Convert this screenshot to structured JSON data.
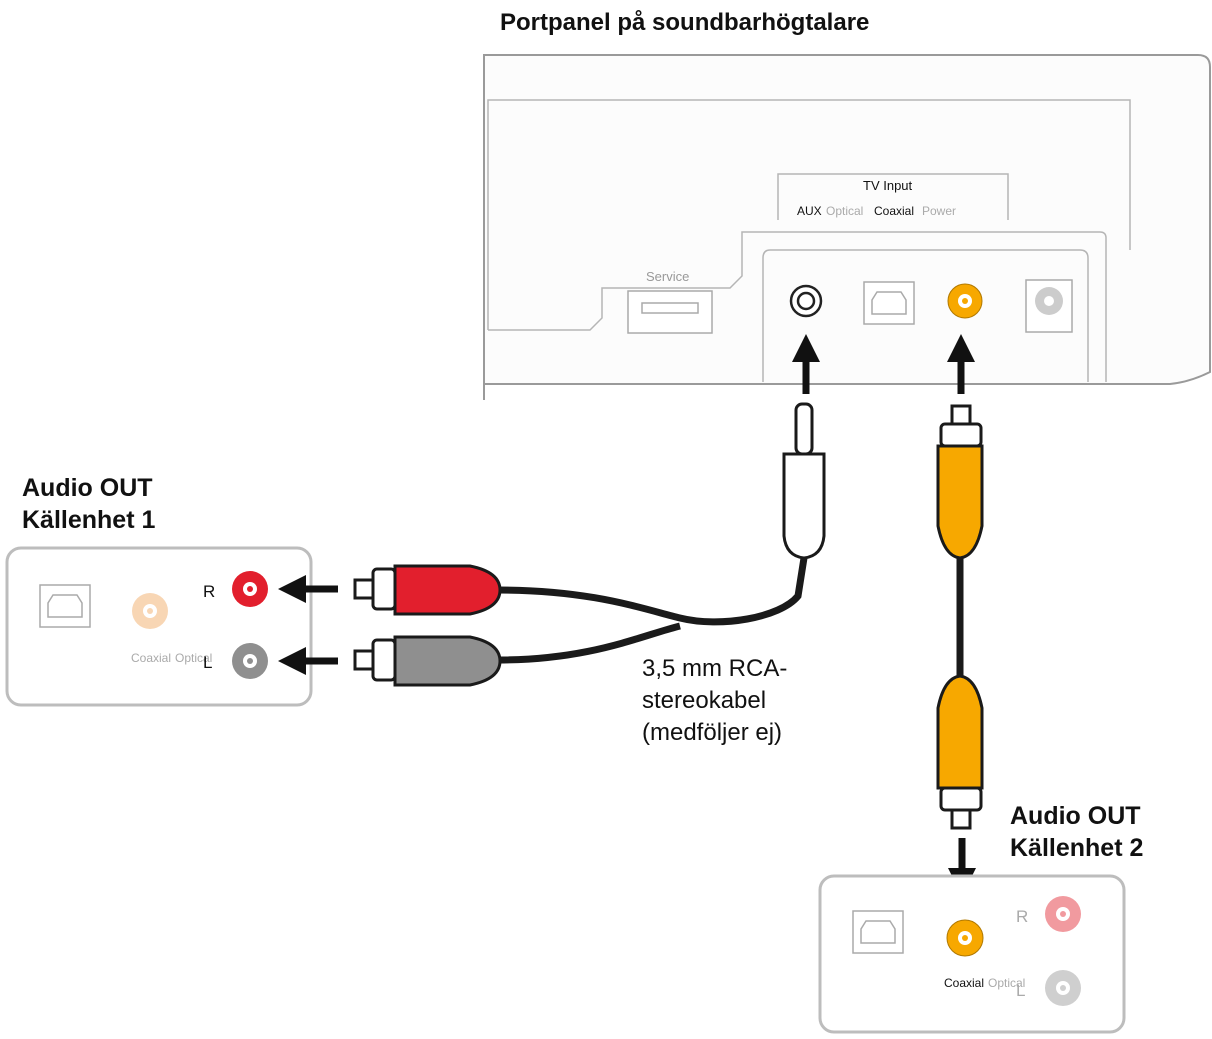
{
  "soundbar": {
    "title": "Portpanel på soundbarhögtalare",
    "tv_input_label": "TV Input",
    "port_labels": {
      "aux": "AUX",
      "optical": "Optical",
      "coaxial": "Coaxial",
      "power": "Power"
    },
    "service_label": "Service"
  },
  "source1": {
    "heading_line1": "Audio OUT",
    "heading_line2": "Källenhet 1",
    "r_label": "R",
    "l_label": "L",
    "coaxial_label": "Coaxial",
    "optical_label": "Optical"
  },
  "source2": {
    "heading_line1": "Audio OUT",
    "heading_line2": "Källenhet 2",
    "r_label": "R",
    "l_label": "L",
    "coaxial_label": "Coaxial",
    "optical_label": "Optical"
  },
  "cable_note": {
    "line1": "3,5 mm RCA-",
    "line2": "stereokabel",
    "line3": "(medföljer ej)"
  },
  "colors": {
    "red_plug": "#e21f2d",
    "gray_plug": "#8f8f8f",
    "orange_plug": "#f7a800",
    "outline": "#1a1a1a",
    "panel_stroke": "#9a9a9a"
  }
}
